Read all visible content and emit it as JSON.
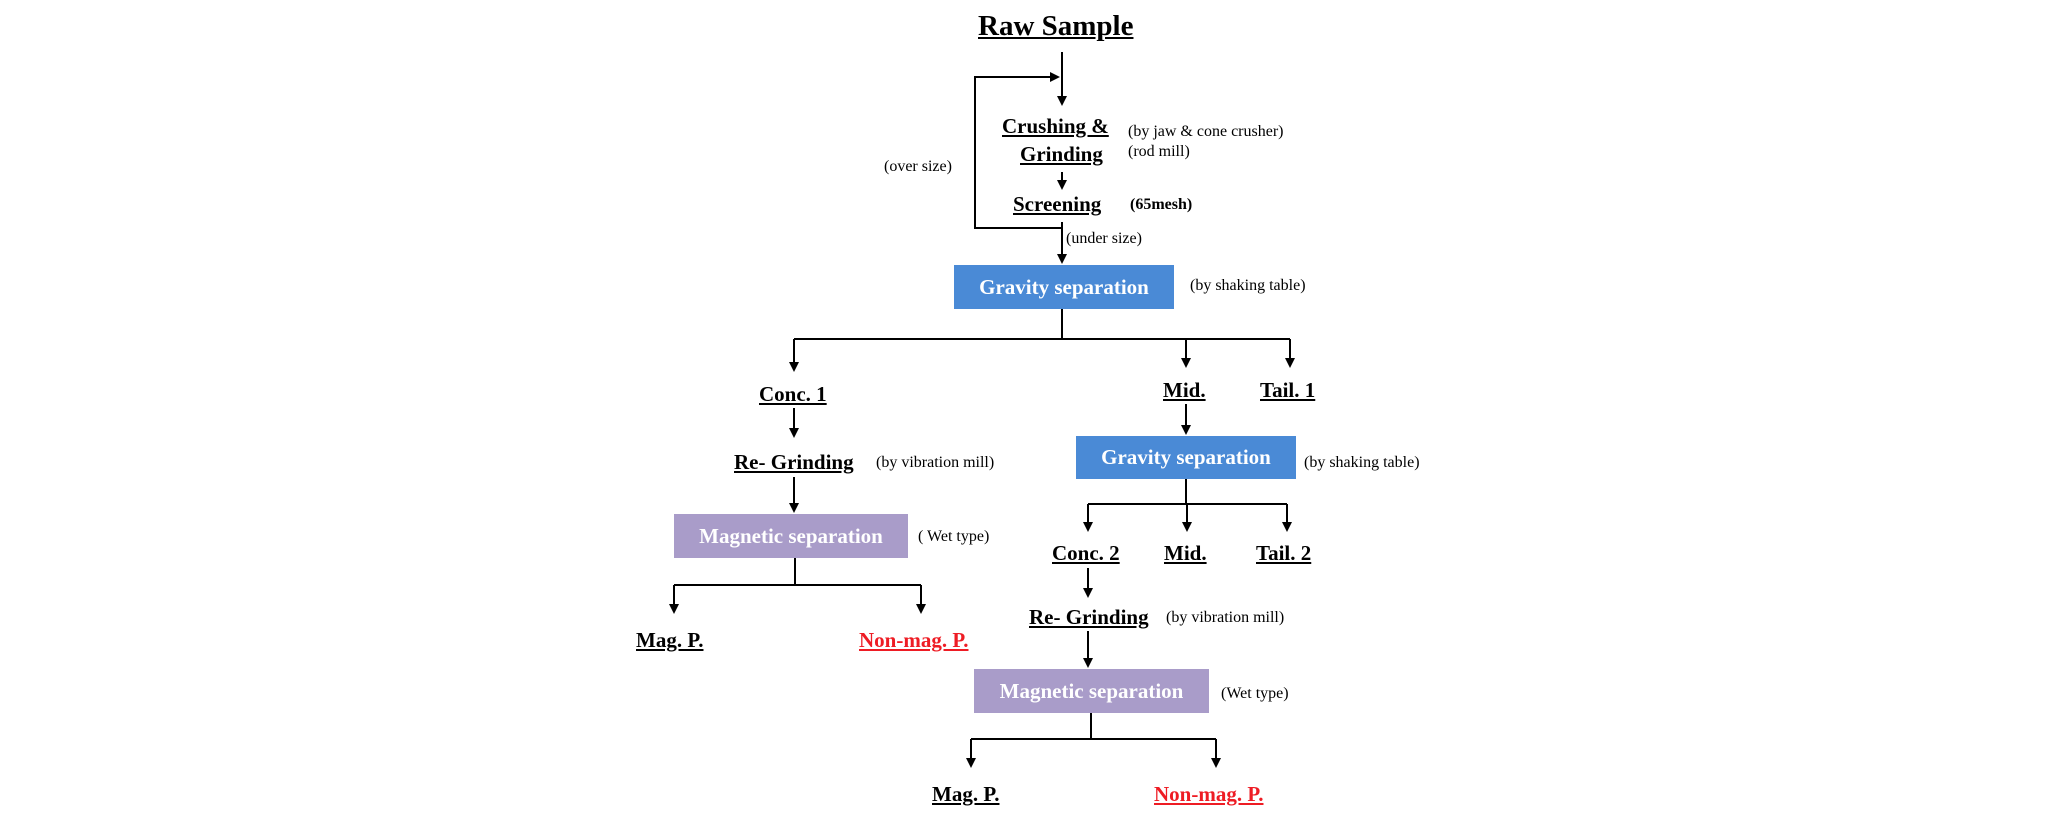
{
  "diagram": {
    "title": "Raw Sample",
    "crushing_line1": "Crushing  &",
    "crushing_line2": "Grinding",
    "crushing_note1": "(by jaw & cone crusher)",
    "crushing_note2": "(rod mill)",
    "oversize_note": "(over size)",
    "screening": "Screening",
    "screening_note": "(65mesh)",
    "undersize_note": "(under size)",
    "gravity1": {
      "label": "Gravity separation",
      "note": "(by shaking table)"
    },
    "conc1": "Conc. 1",
    "mid1": "Mid.",
    "tail1": "Tail. 1",
    "regrind1": {
      "label": "Re- Grinding",
      "note": "(by vibration mill)"
    },
    "magnetic1": {
      "label": "Magnetic separation",
      "note": "( Wet type)"
    },
    "magp1": "Mag. P.",
    "nonmag1": "Non-mag.  P.",
    "gravity2": {
      "label": "Gravity separation",
      "note": "(by shaking table)"
    },
    "conc2": "Conc. 2",
    "mid2": "Mid.",
    "tail2": "Tail. 2",
    "regrind2": {
      "label": "Re- Grinding",
      "note": "(by vibration mill)"
    },
    "magnetic2": {
      "label": "Magnetic separation",
      "note": "(Wet type)"
    },
    "magp2": "Mag. P.",
    "nonmag2": "Non-mag.  P."
  },
  "colors": {
    "gravity_box": "#4a8ad6",
    "magnetic_box": "#a99cc9",
    "non_magnetic_text": "#ee1c24"
  }
}
